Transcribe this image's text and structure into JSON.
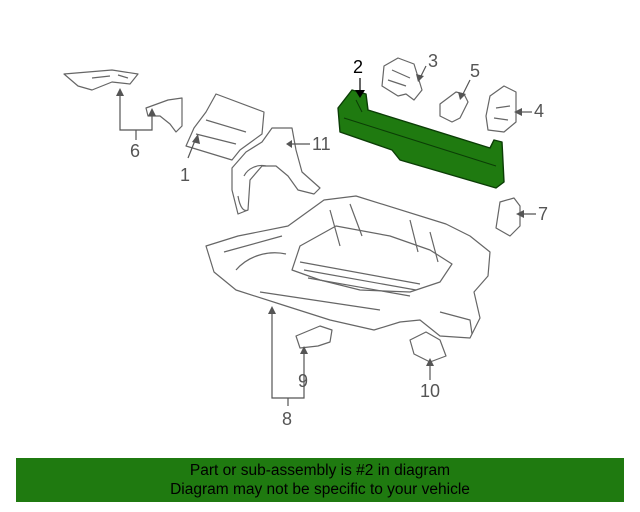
{
  "callouts": {
    "c1": "1",
    "c2": "2",
    "c3": "3",
    "c4": "4",
    "c5": "5",
    "c6": "6",
    "c7": "7",
    "c8": "8",
    "c9": "9",
    "c10": "10",
    "c11": "11"
  },
  "banner": {
    "line1": "Part or sub-assembly is #2 in diagram",
    "line2": "Diagram may not be specific to your vehicle"
  },
  "colors": {
    "banner_bg": "#1f7a10",
    "highlight_part": "#1f7a10",
    "line_art": "#666666"
  }
}
